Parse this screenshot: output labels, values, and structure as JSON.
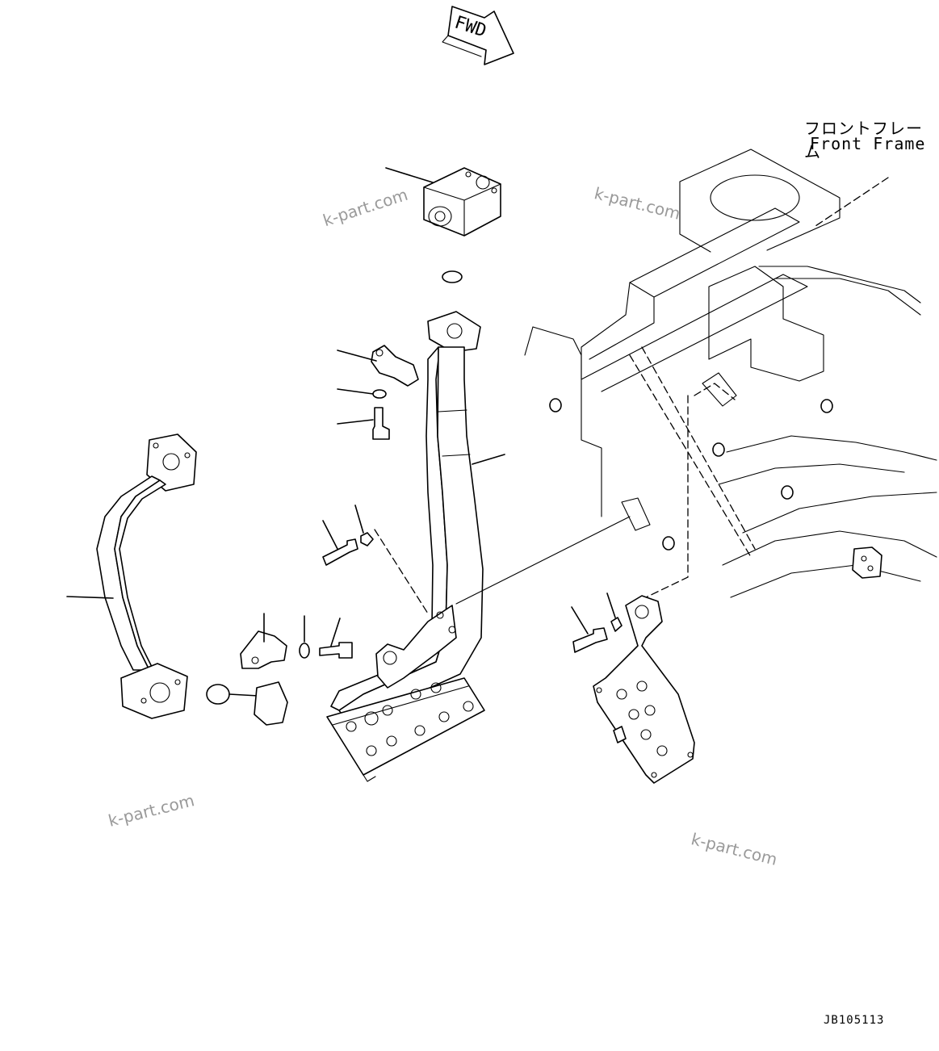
{
  "fwd_marker": {
    "text": "FWD"
  },
  "frame_label": {
    "japanese": "フロントフレーム",
    "english": "Front Frame"
  },
  "watermarks": [
    "k-part.com",
    "k-part.com",
    "k-part.com",
    "k-part.com"
  ],
  "drawing_id": "JB105113"
}
